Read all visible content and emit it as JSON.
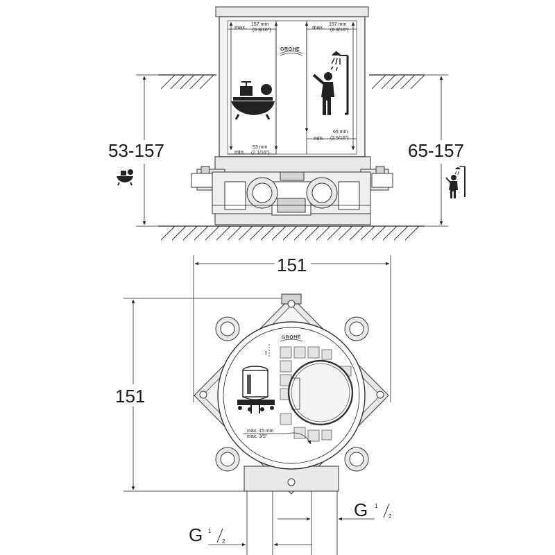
{
  "side_view": {
    "left_dim": "53-157",
    "right_dim": "65-157",
    "left_max_label": "max.",
    "left_max_mm": "157 mm",
    "left_max_in": "(6 3/16\")",
    "right_max_label": "max.",
    "right_max_mm": "157 mm",
    "right_max_in": "(6 3/16\")",
    "left_min_label": "min.",
    "left_min_mm": "53 mm",
    "left_min_in": "(2 1/16\")",
    "right_min_label": "min.",
    "right_min_mm": "65 mm",
    "right_min_in": "(2 9/16\")",
    "brand": "GROHE",
    "bath_icon": "bathtub-icon",
    "shower_icon": "shower-person-icon"
  },
  "top_view": {
    "width_dim": "151",
    "height_dim": "151",
    "brand": "GROHE",
    "depth_max_mm": "max. 15 mm",
    "depth_max_in": "max. 3/5\"",
    "warning": "!",
    "inlet_right": {
      "g": "G",
      "num": "1",
      "den": "2"
    },
    "inlet_bottom": {
      "g": "G",
      "num": "1",
      "den": "2"
    }
  }
}
